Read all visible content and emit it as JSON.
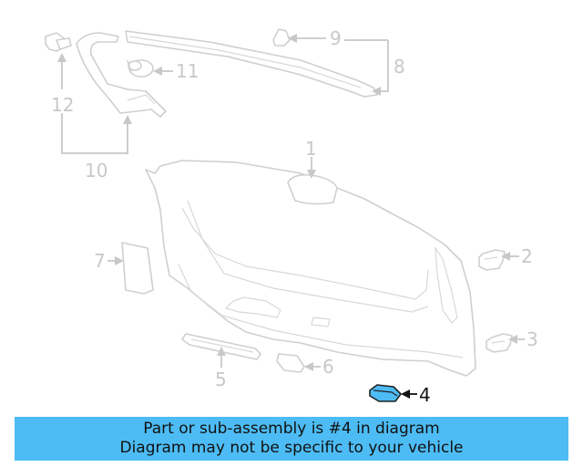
{
  "callouts": {
    "c1": "1",
    "c2": "2",
    "c3": "3",
    "c4": "4",
    "c5": "5",
    "c6": "6",
    "c7": "7",
    "c8": "8",
    "c9": "9",
    "c10": "10",
    "c11": "11",
    "c12": "12"
  },
  "highlight": {
    "part": "4",
    "fill_color": "#4dbcf5"
  },
  "banner": {
    "line1": "Part or sub-assembly is #4 in diagram",
    "line2": "Diagram may not be specific to your vehicle",
    "color": "#4dbcf5"
  }
}
